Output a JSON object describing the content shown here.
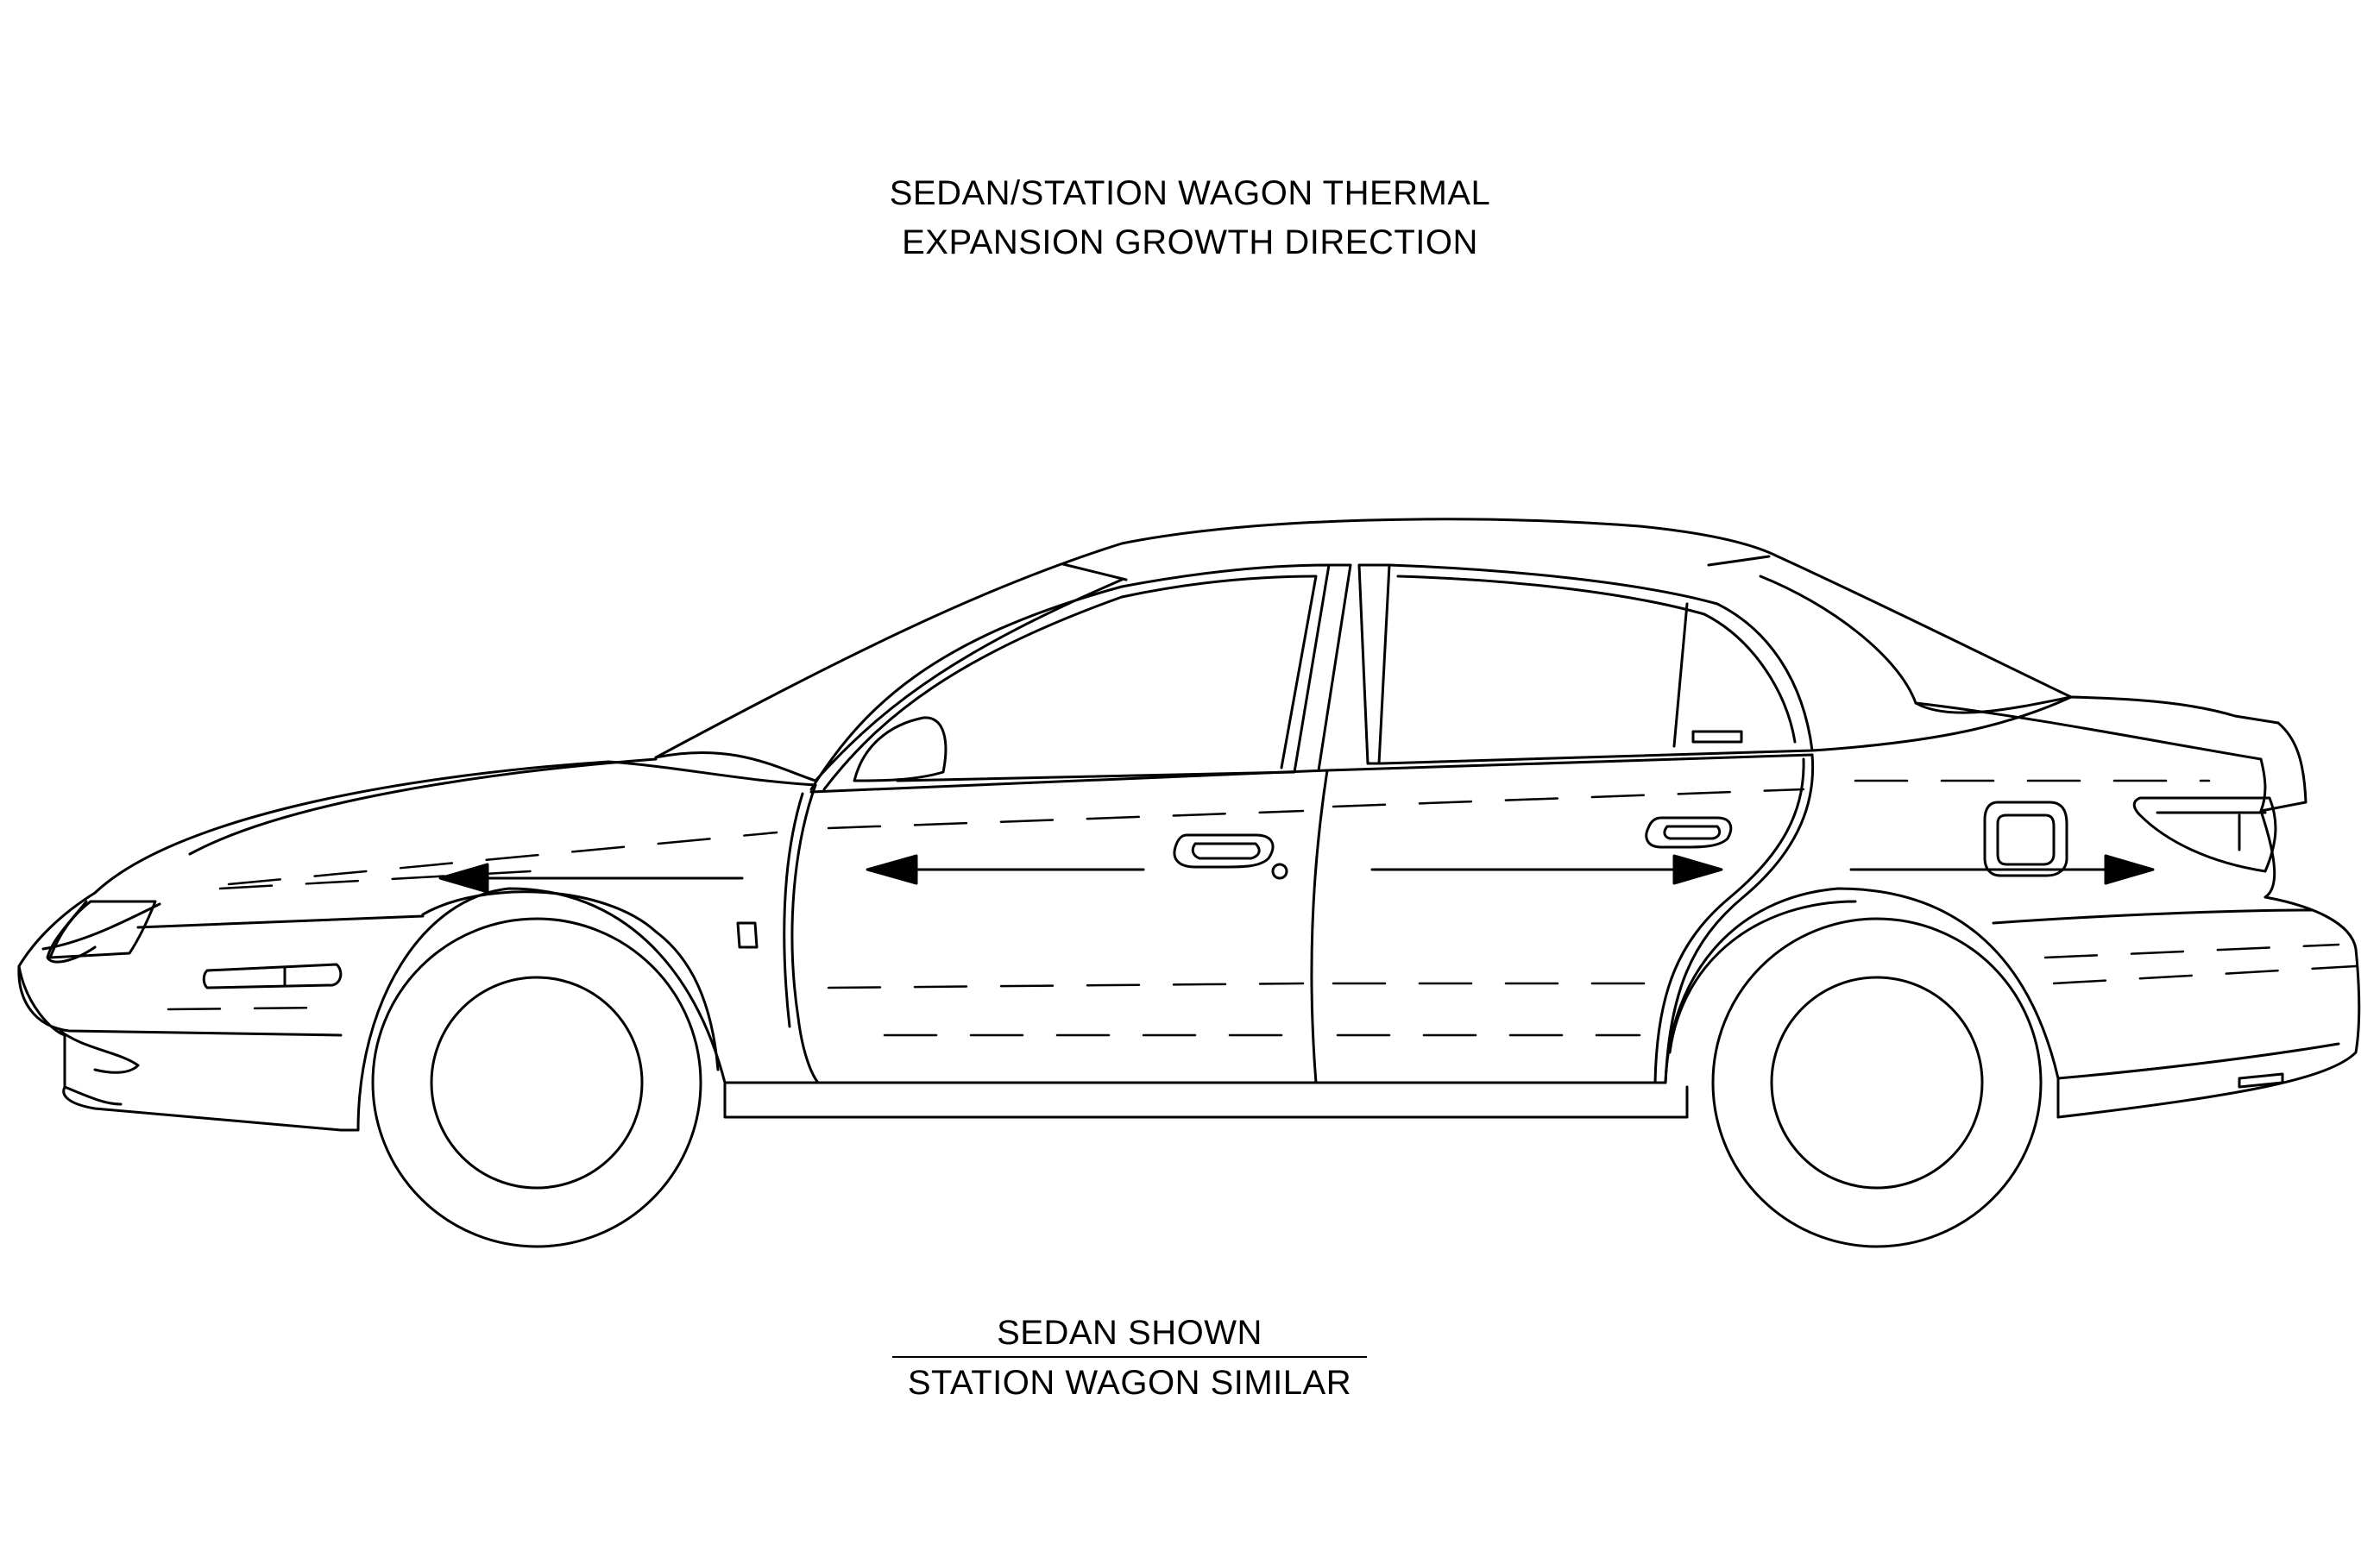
{
  "title": {
    "line1": "SEDAN/STATION WAGON THERMAL",
    "line2": "EXPANSION GROWTH DIRECTION"
  },
  "caption": {
    "shown": "SEDAN SHOWN",
    "similar": "STATION WAGON SIMILAR"
  },
  "colors": {
    "line": "#000000",
    "background": "#ffffff"
  },
  "arrows": [
    {
      "id": "front-fender",
      "direction": "forward"
    },
    {
      "id": "front-door",
      "direction": "forward"
    },
    {
      "id": "rear-door",
      "direction": "rearward"
    },
    {
      "id": "rear-quarter",
      "direction": "rearward"
    }
  ]
}
